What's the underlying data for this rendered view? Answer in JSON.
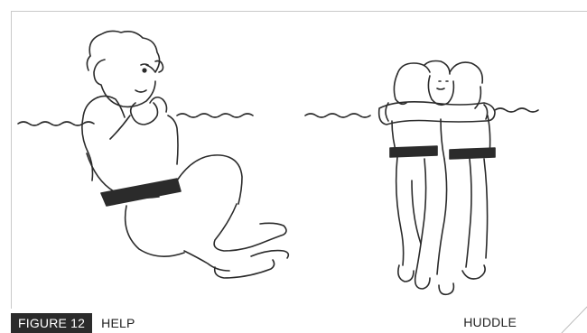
{
  "figure": {
    "badge_label": "FIGURE 12",
    "left_caption": "HELP",
    "right_caption": "HUDDLE"
  },
  "illustration": {
    "left_icon": "help-position-swimmer-icon",
    "right_icon": "huddle-group-swimmers-icon",
    "water_icon": "water-surface-icon",
    "stroke_color": "#2b2b2b",
    "strap_color": "#2b2b2b"
  }
}
